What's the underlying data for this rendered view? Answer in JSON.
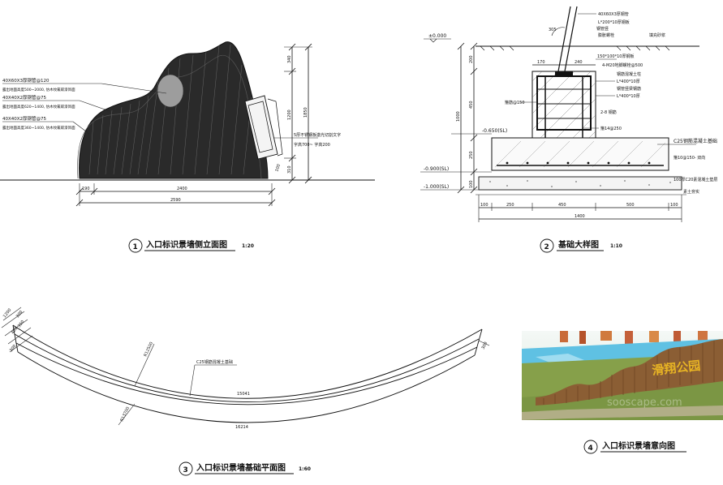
{
  "drawing1": {
    "number": "1",
    "title": "入口标识景墙侧立面图",
    "scale": "1:20",
    "callouts": [
      {
        "line1": "40X60X3厚钢管@120",
        "line2": "",
        "fill": "#111"
      },
      {
        "line1": "40X40X2厚钢管@75",
        "line2": "露出地面高度620~1400, 仿木纹氟碳漆饰面",
        "fill": "#111"
      },
      {
        "line1": "40X40X2厚钢管@75",
        "line2": "露出地面高度360~1400, 仿木纹氟碳漆饰面",
        "fill": "#111"
      }
    ],
    "callout_extra": "露出地面高度500~2000, 仿木纹氟碳漆饰面",
    "right_note1": "5厚不锈钢板激光切割文字",
    "right_note2": "字高700~ 字高200",
    "vdims": [
      "340",
      "1200",
      "1850",
      "310"
    ],
    "dim_100": "100",
    "hdims": [
      "190",
      "2400",
      "2590"
    ]
  },
  "drawing2": {
    "number": "2",
    "title": "基础大样图",
    "scale": "1:10",
    "levels": [
      "±0.000",
      "-0.650(SL)",
      "-0.900(SL)",
      "-1.000(SL)"
    ],
    "top_notes": [
      "40X60X3厚钢管",
      "L*200*10厚钢板",
      "膨胀螺栓",
      "填充砂浆"
    ],
    "label_grout": "钢管竖",
    "label_305": "305",
    "mid_notes": [
      "150*100*10厚钢板",
      "4-M20地脚螺栓@500",
      "钢筋混凝土柱",
      "L*400*10厚",
      "钢管竖梁钢筋",
      "L*400*10厚"
    ],
    "left_notes": [
      "箍筋@150",
      "2-8 钢筋",
      "箍14@250"
    ],
    "right_notes": [
      "C25钢筋混凝土基础",
      "箍10@150- 双向",
      "100厚C20素混凝土垫层",
      "素土夯实"
    ],
    "top_dims": [
      "170",
      "240"
    ],
    "vdims": [
      "200",
      "450",
      "1000",
      "250",
      "100"
    ],
    "hdims": [
      "100",
      "250",
      "450",
      "500",
      "100"
    ],
    "total": "1400"
  },
  "drawing3": {
    "number": "3",
    "title": "入口标识景墙基础平面图",
    "scale": "1:60",
    "left_dims": [
      "1200",
      "300",
      "450",
      "350",
      "300"
    ],
    "r1": "R12500",
    "r2": "R13700",
    "label": "C25钢筋混凝土基础",
    "inner_len": "15041",
    "outer_len": "16214"
  },
  "drawing4": {
    "number": "4",
    "title": "入口标识景墙意向图",
    "sign_text": "滑翔公园",
    "watermark": "sooscape.com"
  },
  "colors": {
    "rust": "#8b5e34",
    "grass": "#86a04a",
    "sky": "#5fc1e3",
    "sign": "#e0b020"
  }
}
